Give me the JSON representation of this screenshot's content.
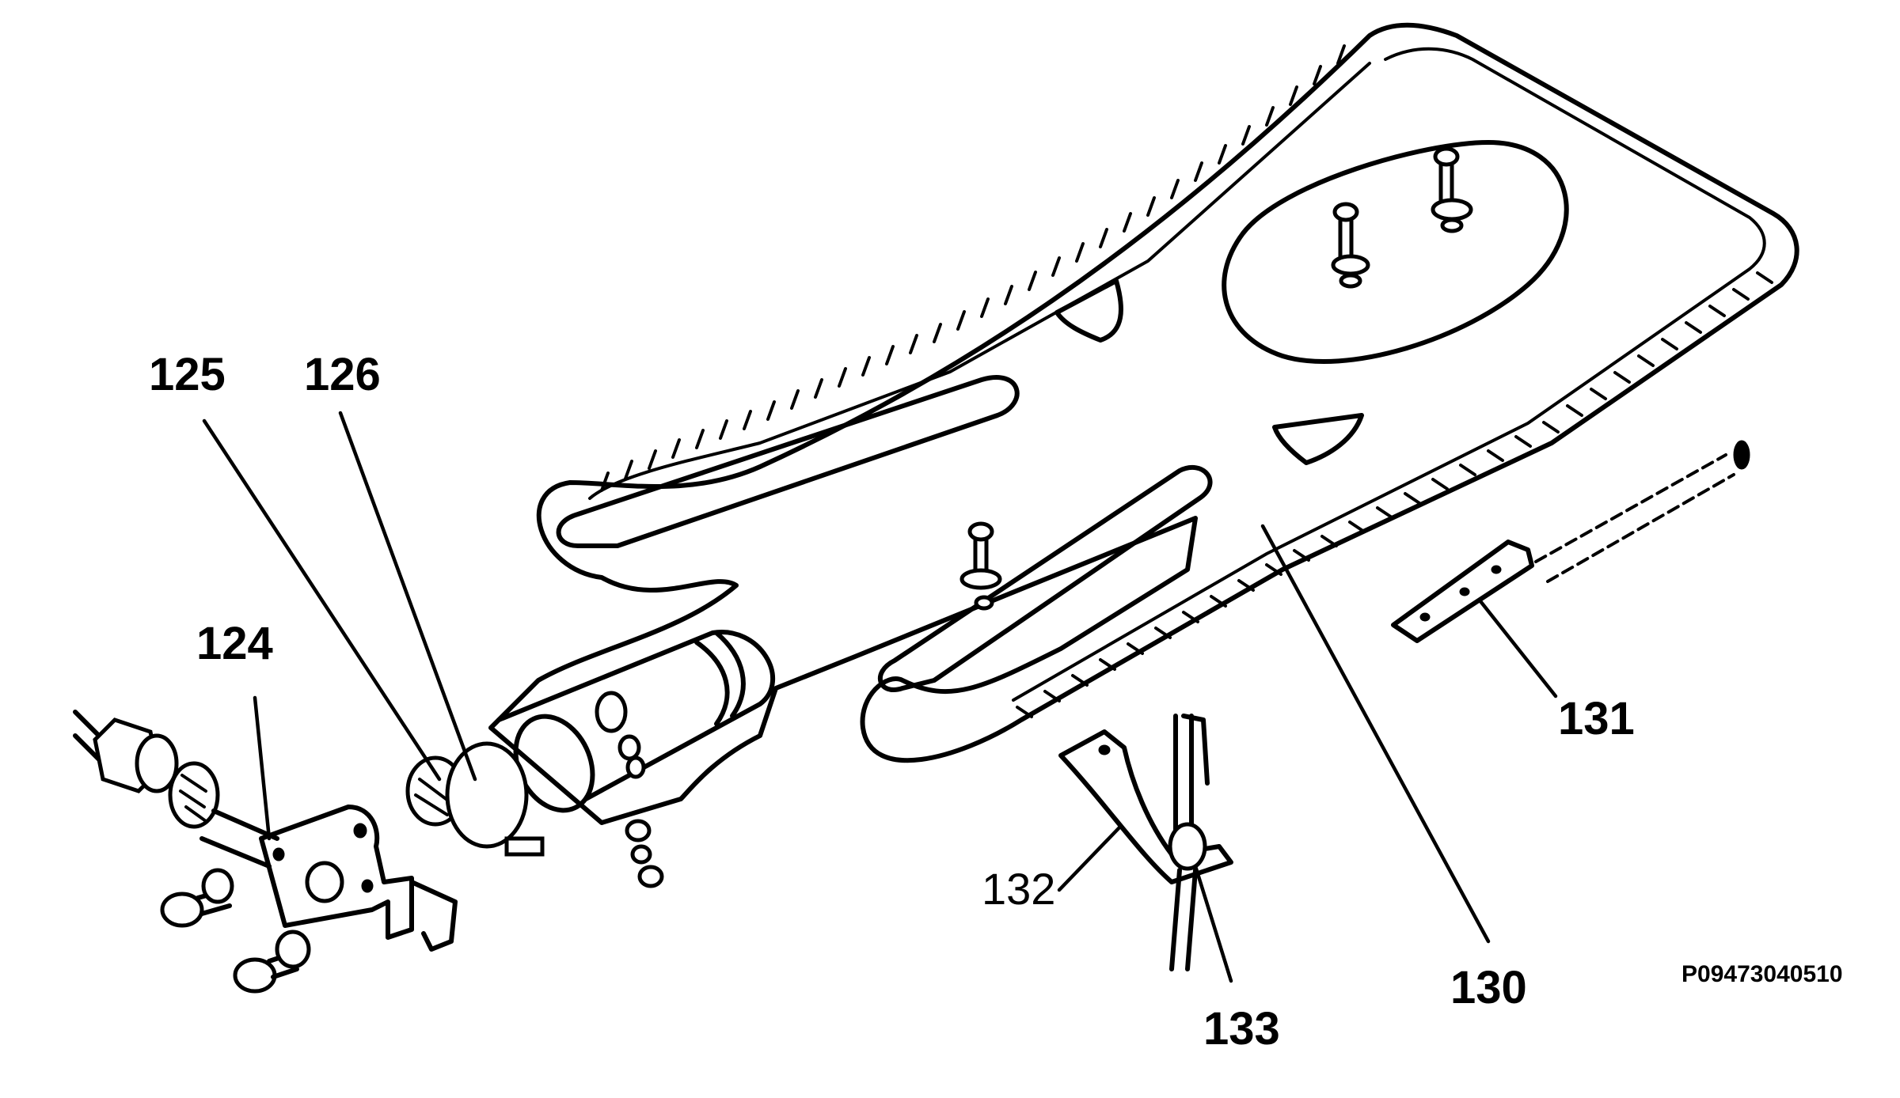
{
  "callouts": {
    "p124": "124",
    "p125": "125",
    "p126": "126",
    "p130": "130",
    "p131": "131",
    "p132": "132",
    "p133": "133"
  },
  "drawing_code": "P09473040510"
}
